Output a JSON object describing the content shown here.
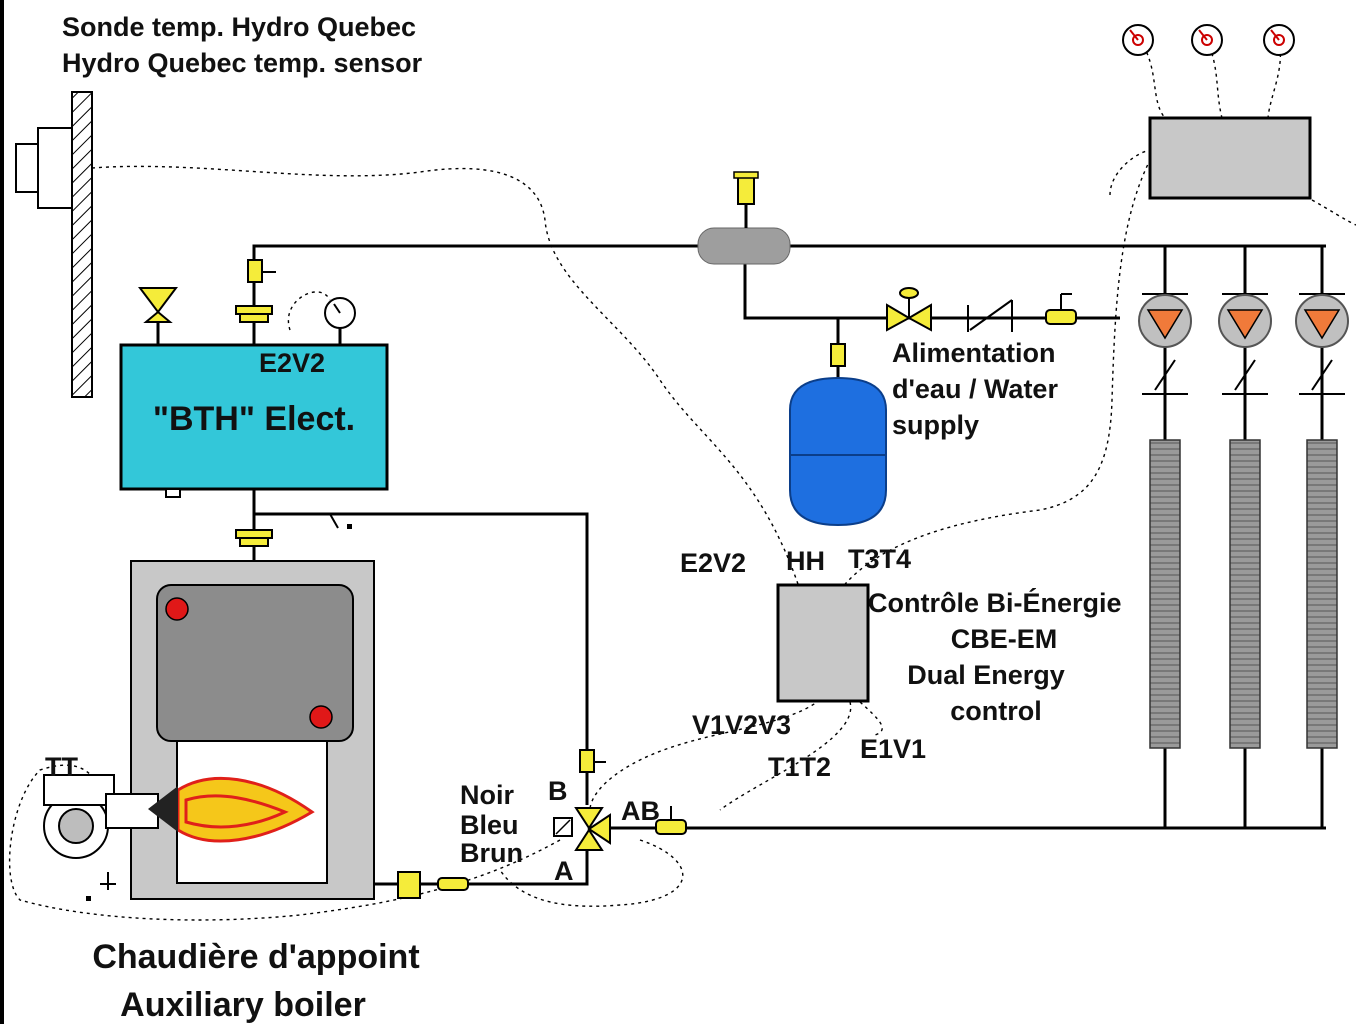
{
  "sensor": {
    "line1": "Sonde temp. Hydro Quebec",
    "line2": "Hydro Quebec temp. sensor"
  },
  "bth": {
    "terminal": "E2V2",
    "name": "\"BTH\" Elect."
  },
  "water_supply": {
    "line1": "Alimentation",
    "line2": "d'eau / Water",
    "line3": "supply"
  },
  "controller": {
    "top_terminals": [
      "E2V2",
      "HH",
      "T3T4"
    ],
    "bottom_terminals": [
      "V1V2V3",
      "T1T2",
      "E1V1"
    ],
    "line1": "Contrôle Bi-Énergie",
    "line2": "CBE-EM",
    "line3": "Dual Energy",
    "line4": "control"
  },
  "valve": {
    "port_b": "B",
    "port_a": "A",
    "port_ab": "AB",
    "wires": [
      "Noir",
      "Bleu",
      "Brun"
    ]
  },
  "boiler": {
    "thermostat": "TT",
    "line1": "Chaudière d'appoint",
    "line2": "Auxiliary boiler"
  },
  "colors": {
    "bth_tank": "#33c7d9",
    "expansion_tank": "#1e6fe0",
    "pump": "#f07a3a",
    "fitting": "#f5ec3a",
    "indicator": "#e01818",
    "unit_gray": "#c8c8c8"
  }
}
